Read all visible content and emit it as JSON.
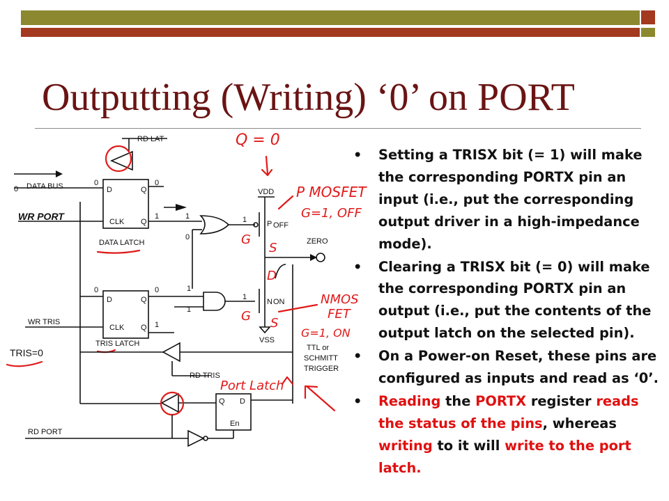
{
  "slide": {
    "title": "Outputting (Writing) ‘0’ on PORT",
    "bullets": [
      {
        "segments": [
          {
            "text": "Setting a TRISX bit (= 1) will make the corresponding PORTX pin an input (i.e., put the corresponding output driver in a high-impedance mode).",
            "red": false
          }
        ]
      },
      {
        "segments": [
          {
            "text": "Clearing a TRISX bit (= 0) will make the corresponding PORTX pin an output (i.e., put the contents of the output latch on the selected pin).",
            "red": false
          }
        ]
      },
      {
        "segments": [
          {
            "text": "On a Power-on Reset, these pins are configured as inputs and read as ‘0’.",
            "red": false
          }
        ]
      },
      {
        "segments": [
          {
            "text": "Reading",
            "red": true
          },
          {
            "text": " the ",
            "red": false
          },
          {
            "text": "PORTX",
            "red": true
          },
          {
            "text": " register ",
            "red": false
          },
          {
            "text": "reads the status of the pins",
            "red": true
          },
          {
            "text": ", whereas ",
            "red": false
          },
          {
            "text": "writing",
            "red": true
          },
          {
            "text": " to it will ",
            "red": false
          },
          {
            "text": "write to the port latch.",
            "red": true
          }
        ]
      }
    ]
  },
  "diagram": {
    "labels": {
      "rd_lat": "RD LAT",
      "data_bus": "DATA BUS",
      "zero_in": "0",
      "wr_port": "WR PORT",
      "data_latch": "DATA LATCH",
      "wr_tris": "WR TRIS",
      "tris_latch": "TRIS LATCH",
      "tris_eq": "TRIS=0",
      "rd_tris": "RD TRIS",
      "rd_port": "RD PORT",
      "vdd": "VDD",
      "vss": "VSS",
      "p": "P",
      "n": "N",
      "off": "OFF",
      "on": "ON",
      "zero_pin": "ZERO",
      "ttl": "TTL or",
      "schmitt": "SCHMITT",
      "trigger": "TRIGGER",
      "d": "D",
      "q": "Q",
      "clk": "CLK",
      "qbar": "Q",
      "en": "En",
      "v0": "0",
      "v1": "1"
    },
    "annotations": {
      "q_eq": "Q = 0",
      "pmosfet": "P MOSFET",
      "g1off": "G=1, OFF",
      "nmos": "NMOS",
      "fet": "FET",
      "g1on": "G=1, ON",
      "port_latch": "Port Latch",
      "s": "S",
      "g": "G",
      "d": "D"
    }
  }
}
